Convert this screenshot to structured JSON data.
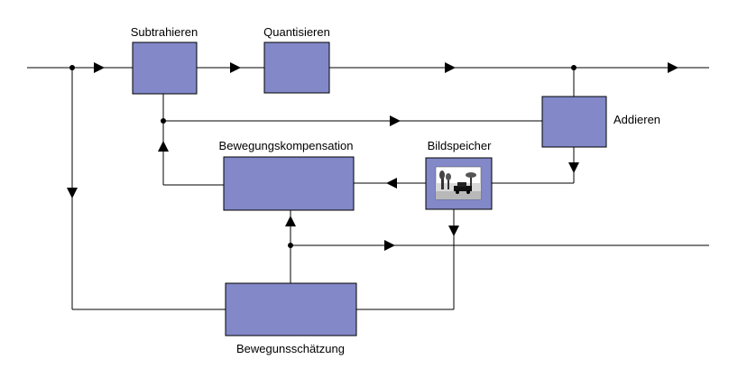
{
  "labels": {
    "subtract": "Subtrahieren",
    "quantize": "Quantisieren",
    "add": "Addieren",
    "motion_compensation": "Bewegungskompensation",
    "frame_buffer": "Bildspeicher",
    "motion_estimation": "Bewegunsschätzung"
  },
  "colors": {
    "block_fill": "#8288c8",
    "line": "#000000",
    "background": "#ffffff"
  }
}
